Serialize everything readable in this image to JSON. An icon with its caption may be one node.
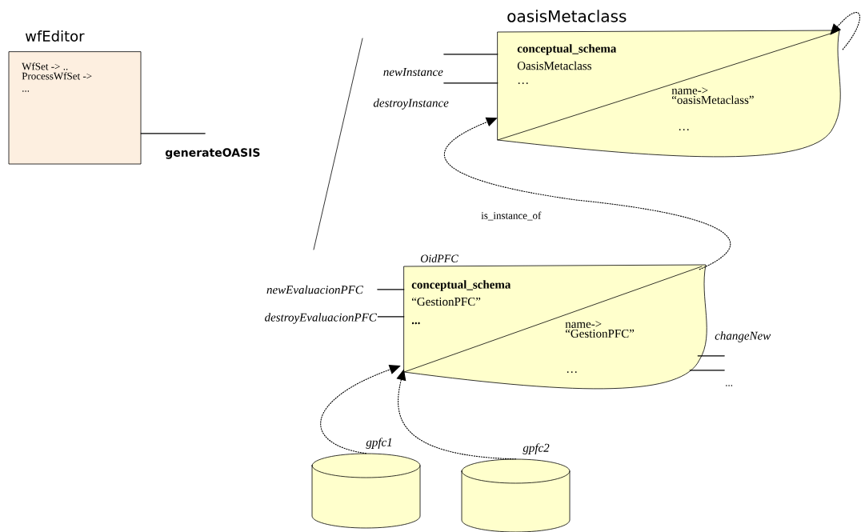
{
  "diagram": {
    "nodes": [
      {
        "text": [
          "wfEditor",
          "WfSet -> .. ProcessWfSet ->",
          "..."
        ]
      },
      {
        "text": [
          "oasisMetaclass",
          "conceptual_schema",
          "OasisMetaclass",
          "…",
          "name-> “oasisMetaclass”",
          "…"
        ]
      },
      {
        "text": [
          "OidPFC",
          "conceptual_schema",
          "“GestionPFC”",
          "...",
          "name-> “GestionPFC”",
          "…"
        ]
      },
      {
        "text": [
          "gpfc1"
        ]
      },
      {
        "text": [
          "gpfc2"
        ]
      }
    ],
    "edges": [
      {
        "from": 0,
        "to": null,
        "arrow": "none",
        "label": "generateOASIS"
      },
      {
        "from": null,
        "to": 1,
        "arrow": "none",
        "label": "newInstance"
      },
      {
        "from": null,
        "to": 1,
        "arrow": "none",
        "label": "destroyInstance"
      },
      {
        "from": 1,
        "to": 1,
        "arrow": "to",
        "style": "dashed"
      },
      {
        "from": 2,
        "to": 1,
        "arrow": "to",
        "style": "dashed",
        "label": "is_instance_of"
      },
      {
        "from": null,
        "to": 2,
        "arrow": "none",
        "label": "newEvaluacionPFC"
      },
      {
        "from": null,
        "to": 2,
        "arrow": "none",
        "label": "destroyEvaluacionPFC"
      },
      {
        "from": 2,
        "to": null,
        "arrow": "none",
        "label": "changeNew"
      },
      {
        "from": 2,
        "to": null,
        "arrow": "none",
        "label": "..."
      },
      {
        "from": 3,
        "to": 2,
        "arrow": "to",
        "style": "dashed"
      },
      {
        "from": 4,
        "to": 2,
        "arrow": "to",
        "style": "dashed"
      }
    ]
  }
}
